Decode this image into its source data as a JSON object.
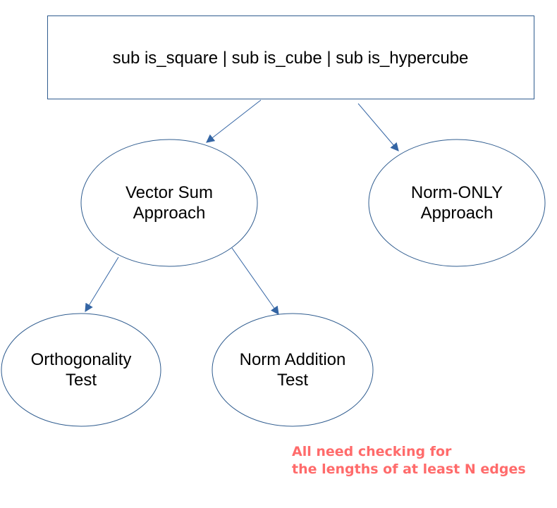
{
  "nodes": {
    "root": {
      "label": "sub is_square | sub is_cube | sub is_hypercube"
    },
    "vector_sum": {
      "line1": "Vector Sum",
      "line2": "Approach"
    },
    "norm_only": {
      "line1": "Norm-ONLY",
      "line2": "Approach"
    },
    "orthogonality": {
      "line1": "Orthogonality",
      "line2": "Test"
    },
    "norm_addition": {
      "line1": "Norm Addition",
      "line2": "Test"
    }
  },
  "note": {
    "line1": "All need checking for",
    "line2": "the lengths of at least N edges"
  },
  "colors": {
    "shape_stroke": "#2f5c8f",
    "arrow": "#3465a4",
    "note_text": "#ff6b6b"
  }
}
